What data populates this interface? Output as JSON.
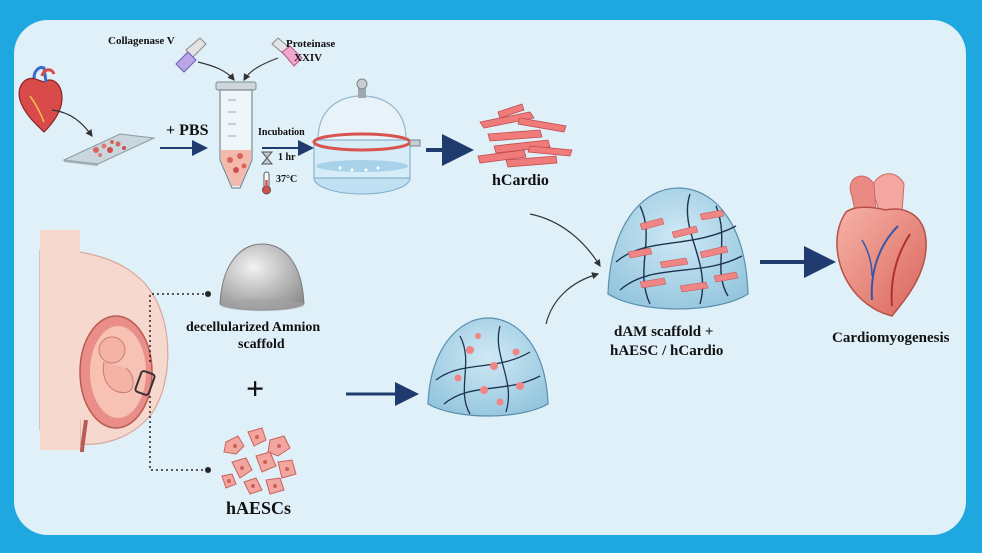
{
  "reagents": {
    "collagenase": "Collagenase V",
    "proteinase_line1": "Proteinase",
    "proteinase_line2": "XXIV"
  },
  "steps": {
    "pbs": "+ PBS",
    "incubation": "Incubation",
    "time": "1 hr",
    "temperature": "37°C"
  },
  "products": {
    "hcardio": "hCardio",
    "scaffold_line1": "decellularized Amnion",
    "scaffold_line2": "scaffold",
    "plus": "+",
    "haescs": "hAESCs",
    "combined_line1": "dAM scaffold +",
    "combined_line2": "hAESC / hCardio",
    "outcome": "Cardiomyogenesis"
  },
  "colors": {
    "frame": "#1fa8e0",
    "panel": "#dff0f9",
    "arrow": "#1f3b6e",
    "cell": "#f28a8a",
    "scaffold": "#a9d3e8"
  }
}
